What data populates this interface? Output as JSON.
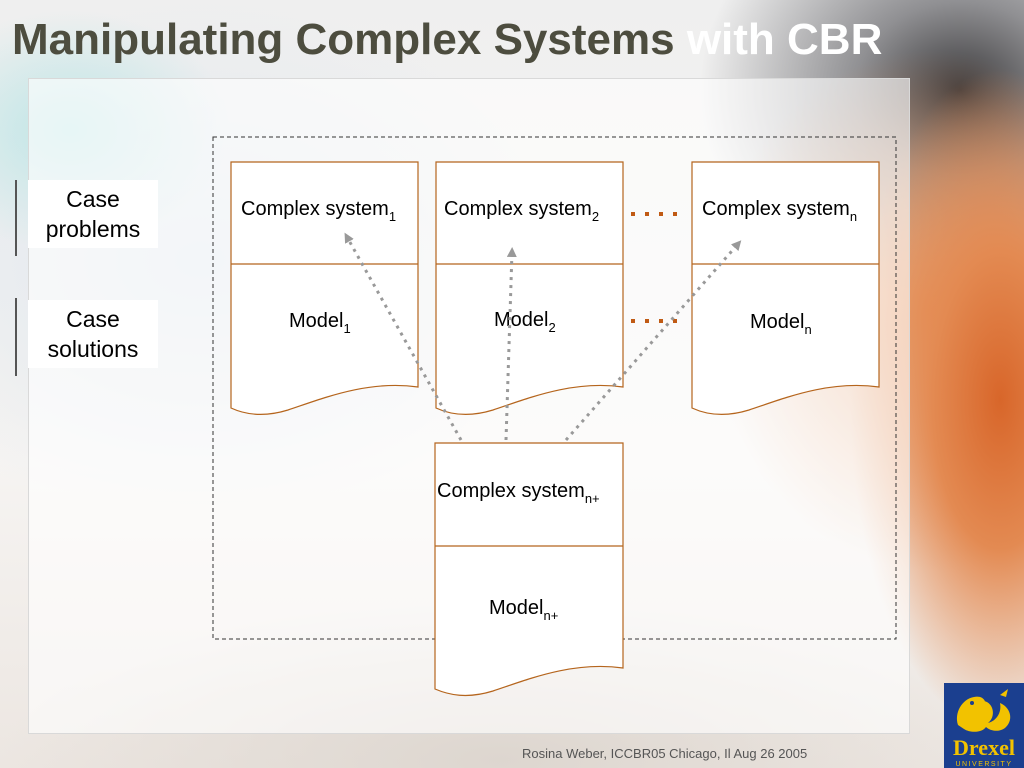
{
  "slide": {
    "title_main": "Manipulating Complex Systems",
    "title_highlight": "with CBR",
    "footer": "Rosina Weber, ICCBR05 Chicago, Il Aug 26 2005"
  },
  "sidebar": {
    "case_problems": "Case problems",
    "case_solutions": "Case solutions"
  },
  "diagram": {
    "cases": [
      {
        "system_label": "Complex system",
        "system_sub": "1",
        "model_label": "Model",
        "model_sub": "1"
      },
      {
        "system_label": "Complex system",
        "system_sub": "2",
        "model_label": "Model",
        "model_sub": "2"
      },
      {
        "system_label": "Complex system",
        "system_sub": "n",
        "model_label": "Model",
        "model_sub": "n"
      }
    ],
    "new_case": {
      "system_label": "Complex system",
      "system_sub": "n+",
      "model_label": "Model",
      "model_sub": "n+"
    },
    "colors": {
      "box_border": "#b5651d",
      "ellipsis": "#c05a14",
      "arrow": "#999999",
      "dashed_frame": "#333333"
    }
  },
  "logo": {
    "name": "Drexel",
    "tagline": "UNIVERSITY",
    "icon": "dragon-icon",
    "colors": {
      "background": "#1b3f8f",
      "accent": "#f2c200"
    }
  }
}
